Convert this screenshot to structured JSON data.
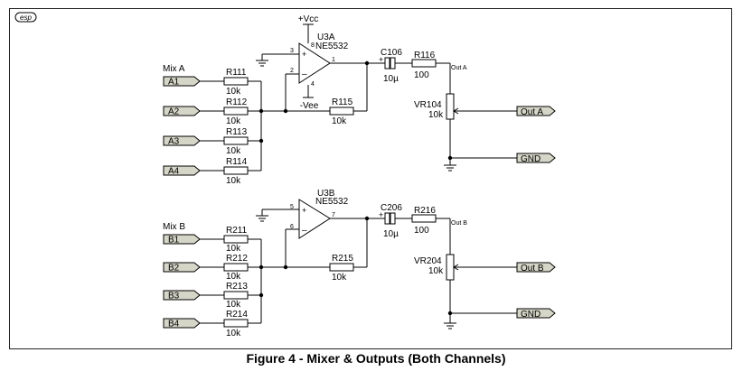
{
  "logo": {
    "text": "esp"
  },
  "caption": "Figure 4 - Mixer & Outputs (Both Channels)",
  "supply": {
    "vcc": "+Vcc",
    "vee": "-Vee"
  },
  "channel_a": {
    "mix_label": "Mix A",
    "inputs": [
      "A1",
      "A2",
      "A3",
      "A4"
    ],
    "resistors": [
      {
        "ref": "R111",
        "value": "10k"
      },
      {
        "ref": "R112",
        "value": "10k"
      },
      {
        "ref": "R113",
        "value": "10k"
      },
      {
        "ref": "R114",
        "value": "10k"
      }
    ],
    "opamp": {
      "ref": "U3A",
      "part": "NE5532",
      "pin_plus": "3",
      "pin_minus": "2",
      "pin_out": "1",
      "pin_vcc": "8",
      "pin_vee": "4"
    },
    "feedback": {
      "ref": "R115",
      "value": "10k"
    },
    "cap": {
      "ref": "C106",
      "value": "10µ",
      "polarity": "+"
    },
    "series_r": {
      "ref": "R116",
      "value": "100"
    },
    "out_node": "Out A",
    "pot": {
      "ref": "VR104",
      "value": "10k"
    },
    "out_port": "Out A",
    "gnd_port": "GND"
  },
  "channel_b": {
    "mix_label": "Mix B",
    "inputs": [
      "B1",
      "B2",
      "B3",
      "B4"
    ],
    "resistors": [
      {
        "ref": "R211",
        "value": "10k"
      },
      {
        "ref": "R212",
        "value": "10k"
      },
      {
        "ref": "R213",
        "value": "10k"
      },
      {
        "ref": "R214",
        "value": "10k"
      }
    ],
    "opamp": {
      "ref": "U3B",
      "part": "NE5532",
      "pin_plus": "5",
      "pin_minus": "6",
      "pin_out": "7"
    },
    "feedback": {
      "ref": "R215",
      "value": "10k"
    },
    "cap": {
      "ref": "C206",
      "value": "10µ",
      "polarity": "+"
    },
    "series_r": {
      "ref": "R216",
      "value": "100"
    },
    "out_node": "Out B",
    "pot": {
      "ref": "VR204",
      "value": "10k"
    },
    "out_port": "Out B",
    "gnd_port": "GND"
  }
}
